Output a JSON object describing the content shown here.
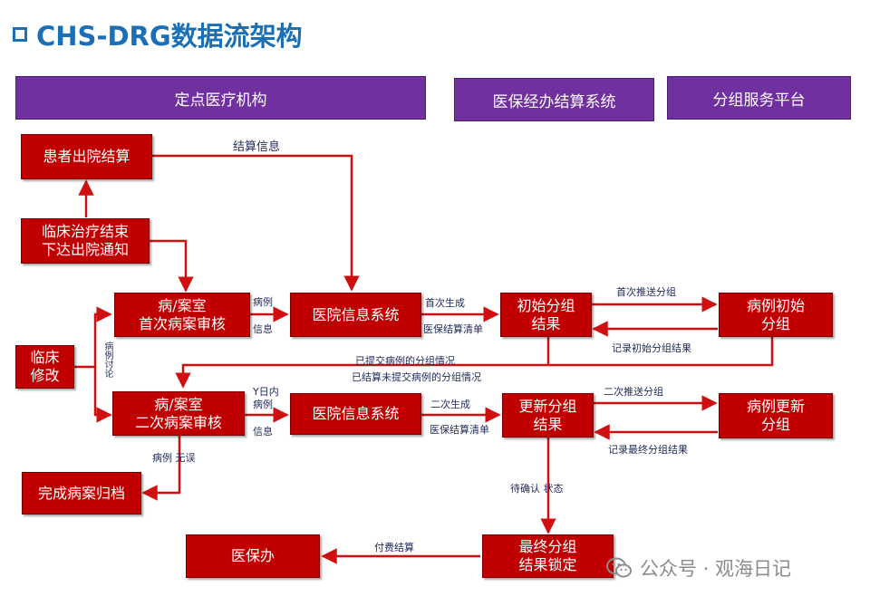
{
  "title": "CHS-DRG数据流架构",
  "headers": {
    "hospital": "定点医疗机构",
    "insurance": "医保经办结算系统",
    "grouping": "分组服务平台"
  },
  "boxes": {
    "discharge_settlement": "患者出院结算",
    "clinical_end": "临床治疗结束\n下达出院通知",
    "first_review": "病/案室\n首次病案审核",
    "his1": "医院信息系统",
    "initial_result": "初始分组\n结果",
    "case_initial_group": "病例初始\n分组",
    "clinical_modify": "临床\n修改",
    "second_review": "病/案室\n二次病案审核",
    "his2": "医院信息系统",
    "updated_result": "更新分组\n结果",
    "case_update_group": "病例更新\n分组",
    "complete_archive": "完成病案归档",
    "insurance_office": "医保办",
    "final_locked": "最终分组\n结果锁定"
  },
  "labels": {
    "settlement_info": "结算信息",
    "case1": "病例",
    "info1": "信息",
    "first_generate": "首次生成",
    "settlement_list1": "医保结算清单",
    "first_push": "首次推送分组",
    "record_initial": "记录初始分组结果",
    "submitted_cases": "已提交病例的分组情况",
    "unsubmitted_cases": "已结算未提交病例的分组情况",
    "case_discussion": "病例讨论",
    "within_y_days": "Y日内",
    "case2": "病例",
    "info2": "信息",
    "second_generate": "二次生成",
    "settlement_list2": "医保结算清单",
    "second_push": "二次推送分组",
    "record_final": "记录最终分组结果",
    "case_no_error": "病例  无误",
    "pending_confirm": "待确认  状态",
    "payment_settlement": "付费结算"
  },
  "watermark": "公众号 · 观海日记",
  "colors": {
    "box": "#c00000",
    "header": "#7030a0",
    "title": "#1b6fb5",
    "arrow": "#d01010"
  }
}
